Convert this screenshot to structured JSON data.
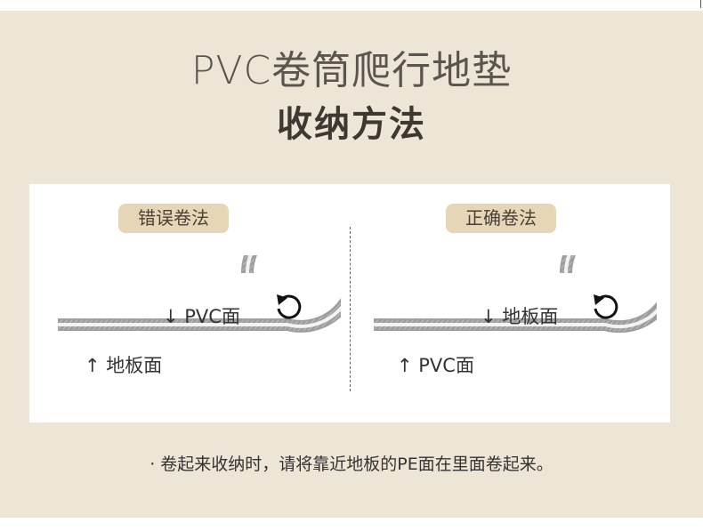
{
  "title": "PVC卷筒爬行地垫",
  "subtitle": "收纳方法",
  "wrong": {
    "badge": "错误卷法",
    "top_label": "↓ PVC面",
    "bottom_label": "↑ 地板面"
  },
  "right": {
    "badge": "正确卷法",
    "top_label": "↓ 地板面",
    "bottom_label": "↑ PVC面"
  },
  "note": "· 卷起来收纳时，请将靠近地板的PE面在里面卷起来。",
  "icons": [
    "rotate-ccw-icon",
    "rotate-ccw-icon"
  ],
  "colors": {
    "background": "#ede6d6",
    "badge": "#e6d6b5",
    "panel": "#ffffff"
  }
}
